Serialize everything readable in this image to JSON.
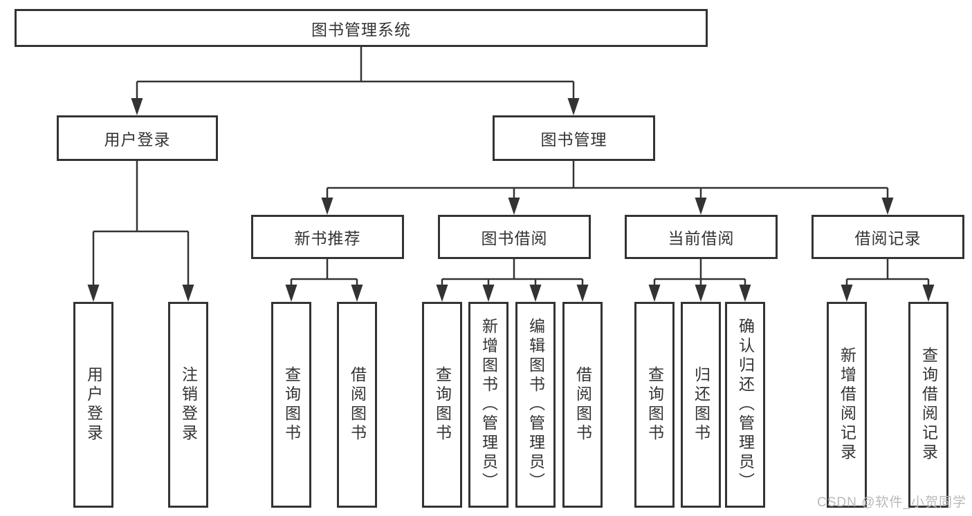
{
  "colors": {
    "background": "#ffffff",
    "line": "#333333",
    "box_border": "#333333",
    "text": "#333333",
    "watermark": "#b9b9b9"
  },
  "watermark": {
    "text": "CSDN @软件_小贺同学"
  },
  "tree": {
    "label": "图书管理系统",
    "children": [
      {
        "label": "用户登录",
        "children": [
          {
            "label": "用户登录"
          },
          {
            "label": "注销登录"
          }
        ]
      },
      {
        "label": "图书管理",
        "children": [
          {
            "label": "新书推荐",
            "children": [
              {
                "label": "查询图书"
              },
              {
                "label": "借阅图书"
              }
            ]
          },
          {
            "label": "图书借阅",
            "children": [
              {
                "label": "查询图书"
              },
              {
                "label": "新增图书（管理员）"
              },
              {
                "label": "编辑图书（管理员）"
              },
              {
                "label": "借阅图书"
              }
            ]
          },
          {
            "label": "当前借阅",
            "children": [
              {
                "label": "查询图书"
              },
              {
                "label": "归还图书"
              },
              {
                "label": "确认归还（管理员）"
              }
            ]
          },
          {
            "label": "借阅记录",
            "children": [
              {
                "label": "新增借阅记录"
              },
              {
                "label": "查询借阅记录"
              }
            ]
          }
        ]
      }
    ]
  }
}
